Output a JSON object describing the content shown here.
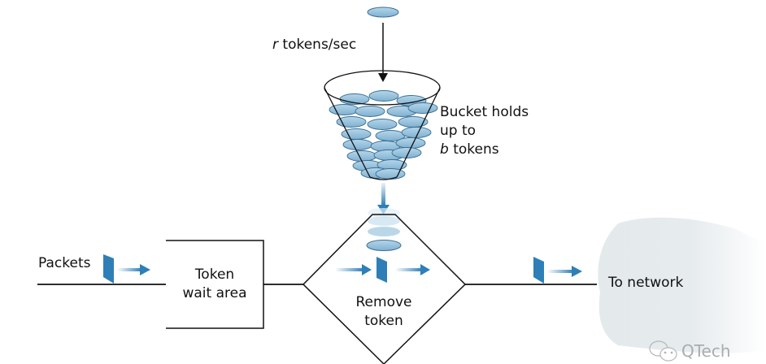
{
  "diagram": {
    "title": "Token bucket",
    "labels": {
      "rate_var": "r",
      "rate_text": " tokens/sec",
      "bucket_line1": "Bucket holds",
      "bucket_line2": "up to",
      "bucket_var": "b",
      "bucket_line3_rest": " tokens",
      "packets": "Packets",
      "wait_area_line1": "Token",
      "wait_area_line2": "wait area",
      "remove_line1": "Remove",
      "remove_line2": "token",
      "to_network": "To network"
    },
    "colors": {
      "token_fill": "#8fbcd8",
      "token_stroke": "#3a6f93",
      "packet_blue": "#2e7fb8",
      "line": "#111111",
      "cloud": "#e6ebed"
    },
    "watermark": {
      "icon": "wechat-icon",
      "text": "QTech"
    }
  }
}
